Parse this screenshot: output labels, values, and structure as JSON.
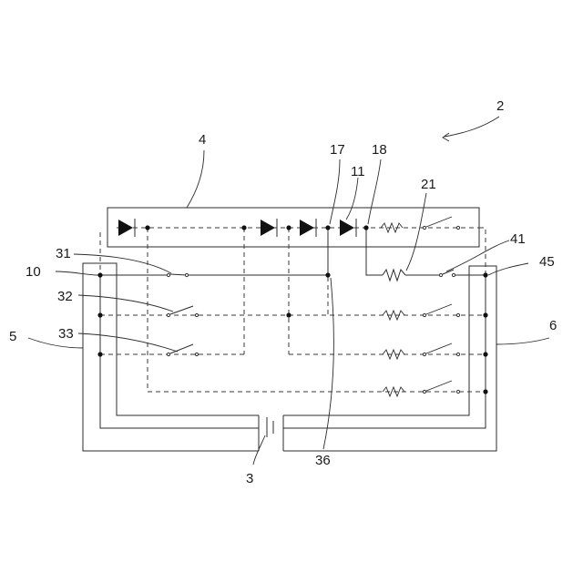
{
  "figure": {
    "labels": {
      "device": "2",
      "battery": "3",
      "led_board": "4",
      "left_frame": "5",
      "right_frame": "6",
      "node_10": "10",
      "led_11": "11",
      "node_17": "17",
      "node_18": "18",
      "resistor_21": "21",
      "switch_31": "31",
      "switch_32": "32",
      "switch_33": "33",
      "node_36": "36",
      "switch_41": "41",
      "node_45": "45"
    }
  }
}
